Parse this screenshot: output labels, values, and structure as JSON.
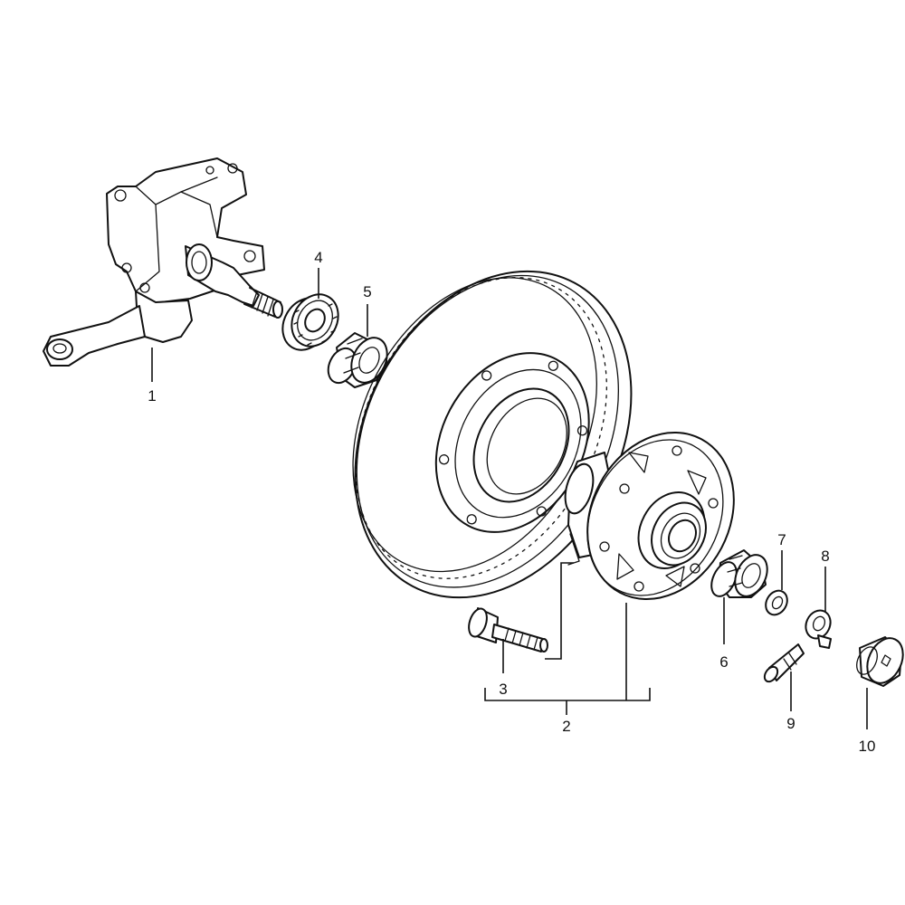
{
  "diagram": {
    "callouts": [
      {
        "id": "p1",
        "label": "1"
      },
      {
        "id": "p2",
        "label": "2"
      },
      {
        "id": "p3",
        "label": "3"
      },
      {
        "id": "p4",
        "label": "4"
      },
      {
        "id": "p5",
        "label": "5"
      },
      {
        "id": "p6",
        "label": "6"
      },
      {
        "id": "p7",
        "label": "7"
      },
      {
        "id": "p8",
        "label": "8"
      },
      {
        "id": "p9",
        "label": "9"
      },
      {
        "id": "p10",
        "label": "10"
      }
    ]
  }
}
